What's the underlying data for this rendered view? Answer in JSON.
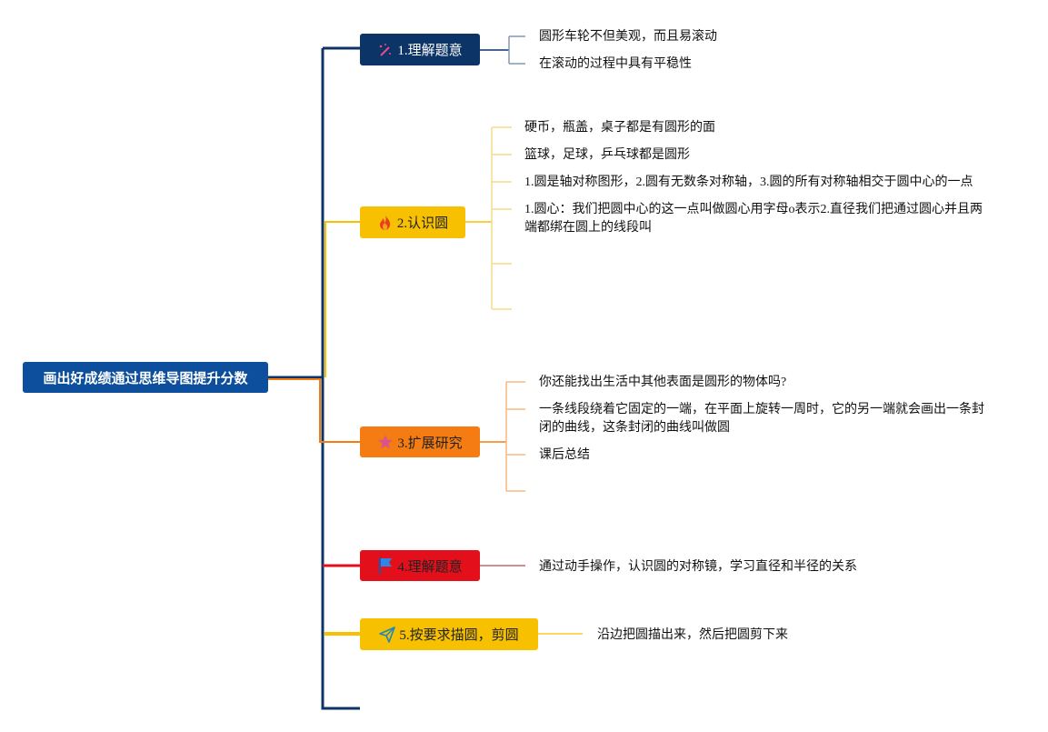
{
  "root": {
    "title": "画出好成绩通过思维导图提升分数"
  },
  "colors": {
    "root": "#0d4f9c",
    "branch1": "#0c3466",
    "branch2": "#f7c102",
    "branch3": "#f57c12",
    "branch4": "#e3101b",
    "branch5": "#f7c102",
    "trunk": "#0c3466"
  },
  "branches": [
    {
      "label": "1.理解题意",
      "icon": "magic-wand-icon",
      "leaves": [
        "圆形车轮不但美观，而且易滚动",
        "在滚动的过程中具有平稳性"
      ]
    },
    {
      "label": "2.认识圆",
      "icon": "fire-icon",
      "leaves": [
        "硬币，瓶盖，桌子都是有圆形的面",
        "篮球，足球，乒乓球都是圆形",
        "1.圆是轴对称图形，2.圆有无数条对称轴，3.圆的所有对称轴相交于圆中心的一点",
        "1.圆心：我们把圆中心的这一点叫做圆心用字母o表示2.直径我们把通过圆心并且两端都绑在圆上的线段叫",
        "",
        ""
      ]
    },
    {
      "label": "3.扩展研究",
      "icon": "star-icon",
      "leaves": [
        "你还能找出生活中其他表面是圆形的物体吗?",
        "一条线段绕着它固定的一端，在平面上旋转一周时，它的另一端就会画出一条封闭的曲线，这条封闭的曲线叫做圆",
        "课后总结",
        ""
      ]
    },
    {
      "label": "4.理解题意",
      "icon": "flag-icon",
      "leaves": [
        "通过动手操作，认识圆的对称镜，学习直径和半径的关系"
      ]
    },
    {
      "label": "5.按要求描圆，剪圆",
      "icon": "paper-plane-icon",
      "leaves": [
        "沿边把圆描出来，然后把圆剪下来"
      ]
    }
  ]
}
